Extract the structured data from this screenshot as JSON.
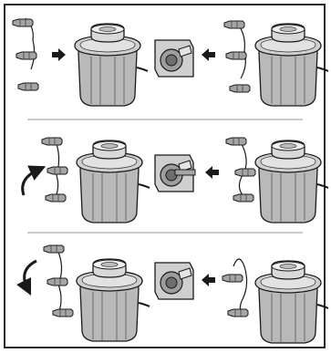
{
  "figure": {
    "kind": "instruction-illustration",
    "steps": [
      {
        "id": "step-1",
        "arrow_direction": "right",
        "rotation_arrow": "none"
      },
      {
        "id": "step-2",
        "arrow_direction": "left",
        "rotation_arrow": "clockwise"
      },
      {
        "id": "step-3",
        "arrow_direction": "left",
        "rotation_arrow": "counter-clockwise"
      }
    ],
    "colors": {
      "outline": "#1a1a1a",
      "pump_body": "#b9b9b9",
      "pump_top": "#d9d9d9",
      "nozzle": "#a5a5a5",
      "divider": "#9a9a9a"
    },
    "icons": [
      "air-pump-icon",
      "nozzle-set-icon",
      "valve-closeup-icon",
      "direction-arrow-icon",
      "rotation-arrow-icon"
    ]
  }
}
